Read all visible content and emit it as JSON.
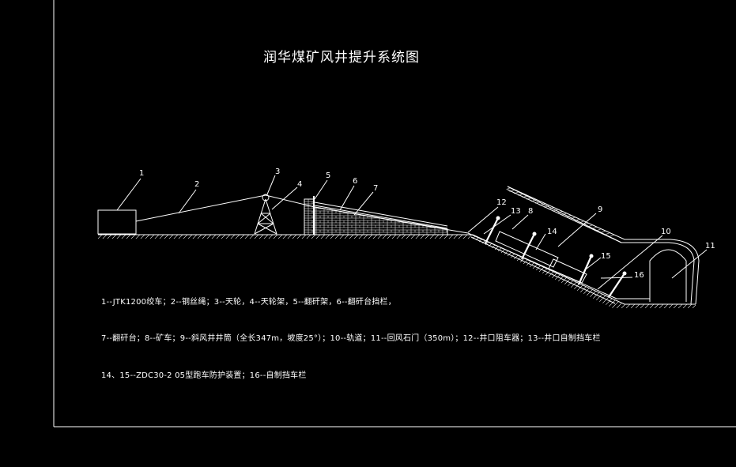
{
  "title": "润华煤矿风井提升系统图",
  "labels": [
    "1",
    "2",
    "3",
    "4",
    "5",
    "6",
    "7",
    "8",
    "9",
    "10",
    "11",
    "12",
    "13",
    "14",
    "15",
    "16"
  ],
  "legend": [
    "1--JTK1200绞车；2--钢丝绳；3--天轮，4--天轮架，5--翻矸架，6--翻矸台挡栏，",
    "7--翻矸台；8--矿车；9--斜风井井筒（全长347m，坡度25°）；10--轨道；11--回风石门（350m）；12--井口阻车器；13--井口自制挡车栏",
    "14、15--ZDC30-2 05型跑车防护装置；16--自制挡车栏"
  ],
  "colors": {
    "background": "#000000",
    "line": "#ffffff"
  }
}
